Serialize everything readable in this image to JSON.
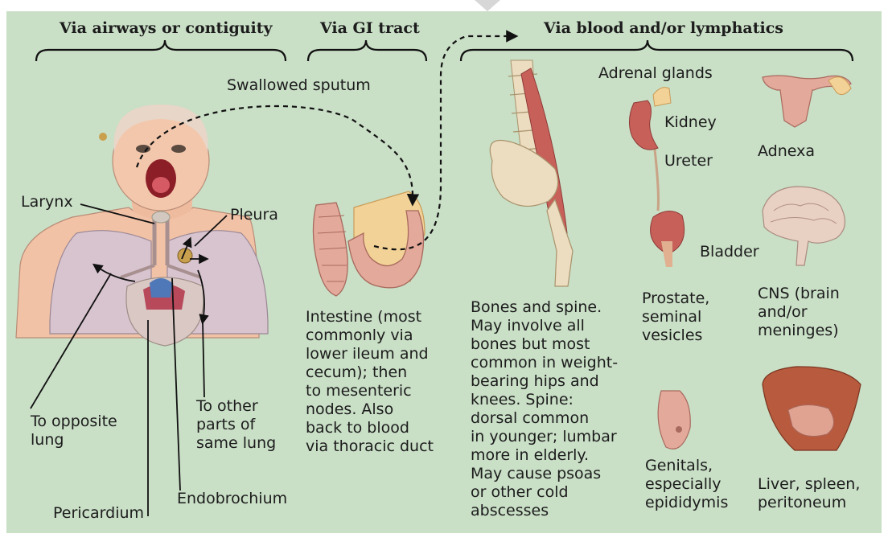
{
  "headers": {
    "airways": "Via airways or contiguity",
    "gi": "Via GI tract",
    "blood": "Via blood and/or lymphatics"
  },
  "labels": {
    "swallowed_sputum": "Swallowed sputum",
    "larynx": "Larynx",
    "pleura": "Pleura",
    "to_opposite_lung": "To opposite\nlung",
    "to_other_parts": "To other\nparts of\nsame lung",
    "pericardium": "Pericardium",
    "endobrochium": "Endobrochium",
    "intestine": "Intestine (most\ncommonly via\nlower ileum and\ncecum); then\nto mesenteric\nnodes. Also\nback to blood\nvia thoracic duct",
    "bones": "Bones and spine.\nMay involve all\nbones but most\ncommon in weight-\nbearing hips and\nknees. Spine:\ndorsal common\nin younger; lumbar\nmore in elderly.\nMay cause psoas\nor other cold\nabscesses",
    "adrenal": "Adrenal glands",
    "kidney": "Kidney",
    "ureter": "Ureter",
    "bladder": "Bladder",
    "prostate": "Prostate,\nseminal\nvesicles",
    "genitals": "Genitals,\nespecially\nepididymis",
    "adnexa": "Adnexa",
    "cns": "CNS (brain\nand/or\nmeninges)",
    "liver": "Liver, spleen,\nperitoneum"
  },
  "colors": {
    "background": "#c9dfc6",
    "skin": "#f2c2a6",
    "lung": "#d8c4cf",
    "tissue": "#e3a99a",
    "fat": "#f2d296",
    "bone": "#ecdcc0",
    "muscle": "#c8605a",
    "liver": "#b85a3e"
  }
}
